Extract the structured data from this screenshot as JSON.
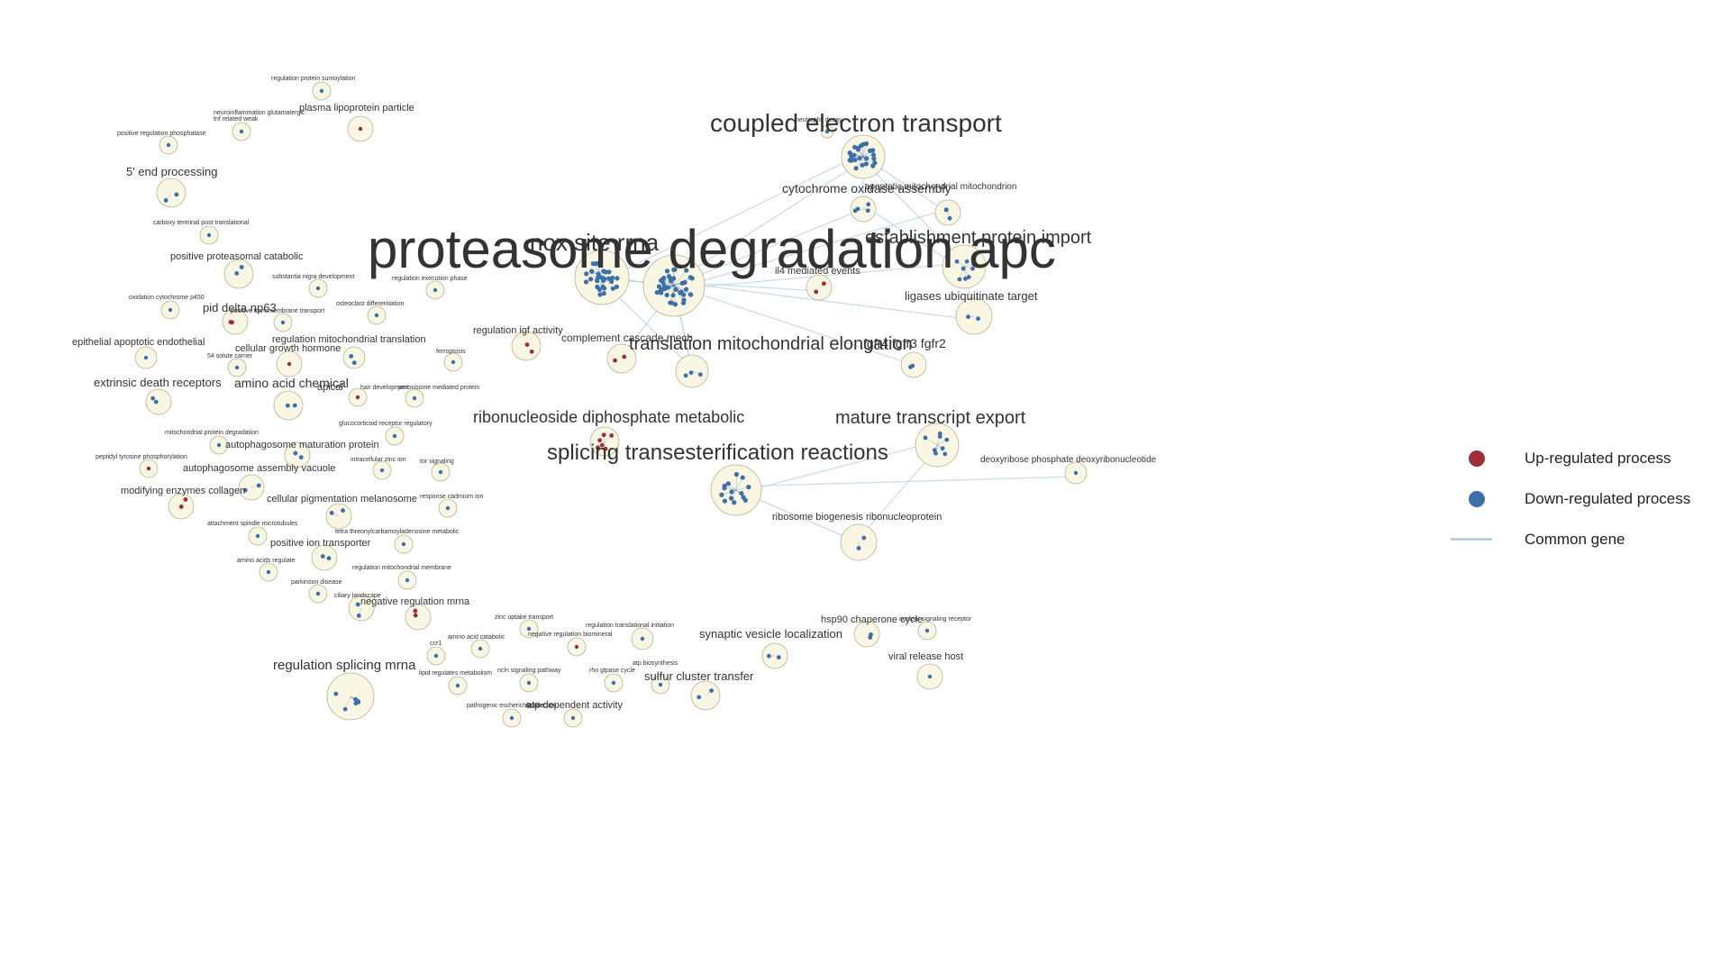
{
  "colors": {
    "up": "#9c2f37",
    "down": "#3d6fa8",
    "edge": "#b9d2e6",
    "cluster_fill": "#f9f6e4",
    "cluster_stroke": "#b6b394",
    "label": "#333333"
  },
  "legend": {
    "up_label": "Up-regulated process",
    "down_label": "Down-regulated process",
    "common_label": "Common gene"
  },
  "nodes": {
    "proteasome": {
      "label": "proteasome degradation apc"
    },
    "nox": {
      "label": "nox site rrna"
    },
    "coupled": {
      "label": "coupled electron transport"
    },
    "neutrophil": {
      "label": "neutrophil decay"
    },
    "cytochrome": {
      "label": "cytochrome oxidase assembly"
    },
    "apoptotic_mito": {
      "label": "apoptotic mitochondrial mitochondrion"
    },
    "establishment": {
      "label": "establishment protein import"
    },
    "il4": {
      "label": "il4 mediated events"
    },
    "ligases": {
      "label": "ligases ubiquitinate target"
    },
    "translation_mito": {
      "label": "translation mitochondrial elongation"
    },
    "complement": {
      "label": "complement cascade mech"
    },
    "fgfr": {
      "label": "fgfr4 fgfr3 fgfr2"
    },
    "reg_igf": {
      "label": "regulation igf activity"
    },
    "ribonucleoside": {
      "label": "ribonucleoside diphosphate metabolic"
    },
    "mature": {
      "label": "mature transcript export"
    },
    "splicing_trans": {
      "label": "splicing transesterification reactions"
    },
    "deoxyribose": {
      "label": "deoxyribose phosphate deoxyribonucleotide"
    },
    "ribosome_bio": {
      "label": "ribosome biogenesis ribonucleoprotein"
    },
    "reg_protein_sumo": {
      "label": "regulation protein sumoylation"
    },
    "neuroinflam": {
      "label": "neuroinflammation glutamatergic"
    },
    "tnf_related": {
      "label": "tnf related weak"
    },
    "plasma_lipo": {
      "label": "plasma lipoprotein particle"
    },
    "pos_reg_phos": {
      "label": "positive regulation phosphatase"
    },
    "five_end": {
      "label": "5' end processing"
    },
    "carboxy": {
      "label": "carboxy terminal post translational"
    },
    "pos_proteasomal": {
      "label": "positive proteasomal catabolic"
    },
    "substantia": {
      "label": "substantia nigra development"
    },
    "reg_execution": {
      "label": "regulation execution phase"
    },
    "oxidation_cyt": {
      "label": "oxidation cytochrome p450"
    },
    "pid_delta": {
      "label": "pid delta np63"
    },
    "pos_transmembrane": {
      "label": "positive transmembrane transport"
    },
    "osteoclast": {
      "label": "osteoclast differentiation"
    },
    "epithelial": {
      "label": "epithelial apoptotic endothelial"
    },
    "reg_mito_transl": {
      "label": "regulation mitochondrial translation"
    },
    "cellular_growth": {
      "label": "cellular growth hormone"
    },
    "solute_carrier": {
      "label": "54 solute carrier"
    },
    "ferroptosis": {
      "label": "ferroptosis"
    },
    "extrinsic": {
      "label": "extrinsic death receptors"
    },
    "amino_acid_chem": {
      "label": "amino acid chemical"
    },
    "apical": {
      "label": "apical"
    },
    "hair_dev": {
      "label": "hair development"
    },
    "peroxisome": {
      "label": "peroxisome mediated protein"
    },
    "mito_protein_deg": {
      "label": "mitochondrial protein degradation"
    },
    "glucocorticoid": {
      "label": "glucocorticoid receptor regulatory"
    },
    "autophagosome_mat": {
      "label": "autophagosome maturation protein"
    },
    "peptidyl_tyr": {
      "label": "peptidyl tyrosine phosphorylation"
    },
    "autophagosome_vac": {
      "label": "autophagosome assembly vacuole"
    },
    "intracellular_zinc": {
      "label": "intracellular zinc ion"
    },
    "tor_signaling": {
      "label": "tor signaling"
    },
    "modifying_enz": {
      "label": "modifying enzymes collagen"
    },
    "cellular_pigment": {
      "label": "cellular pigmentation melanosome"
    },
    "response_cadmium": {
      "label": "response cadmium ion"
    },
    "attachment_spindle": {
      "label": "attachment spindle microtubules"
    },
    "tetra_threonyl": {
      "label": "tetra threonylcarbamoyladenosine metabolic"
    },
    "pos_ion": {
      "label": "positive ion transporter"
    },
    "amino_acids_reg": {
      "label": "amino acids regulate"
    },
    "reg_mito_membrane": {
      "label": "regulation mitochondrial membrane"
    },
    "parkinson": {
      "label": "parkinson disease"
    },
    "ciliary": {
      "label": "ciliary landscape"
    },
    "neg_reg_mrna": {
      "label": "negative regulation mrna"
    },
    "zinc_uptake": {
      "label": "zinc uptake transport"
    },
    "reg_transl_init": {
      "label": "regulation translational initiation"
    },
    "hsp90": {
      "label": "hsp90 chaperone cycle"
    },
    "ng_receptor": {
      "label": "nuclear signaling receptor"
    },
    "amino_acid_catab": {
      "label": "amino acid catabolic"
    },
    "neg_reg_biomineral": {
      "label": "negative regulation biomineral"
    },
    "synaptic": {
      "label": "synaptic vesicle localization"
    },
    "ccr1": {
      "label": "ccr1"
    },
    "viral_release": {
      "label": "viral release host"
    },
    "atp_synthesis": {
      "label": "atp biosynthesis"
    },
    "reg_splicing_mrna": {
      "label": "regulation splicing mrna"
    },
    "lipid_metab": {
      "label": "lipid regulates metabolism"
    },
    "ncln": {
      "label": "ncln signaling pathway"
    },
    "rho_gtpase": {
      "label": "rho gtpase cycle"
    },
    "sulfur": {
      "label": "sulfur cluster transfer"
    },
    "pathogenic": {
      "label": "pathogenic escherichia infection"
    },
    "atp_dependent": {
      "label": "atp dependent activity"
    },
    "atpase": {
      "label": "atpase"
    }
  }
}
